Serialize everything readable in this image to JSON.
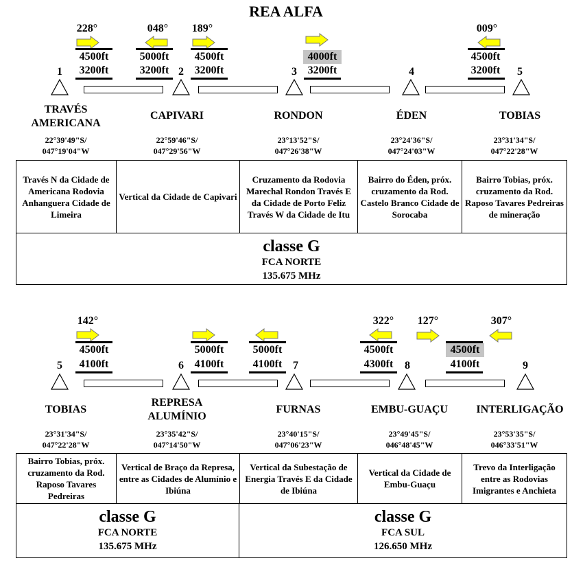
{
  "title": "REA ALFA",
  "colors": {
    "arrow_fill": "#ffff00",
    "highlight": "#c4c4c4"
  },
  "route1": {
    "legs": [
      {
        "heading": "228°",
        "arrow": "right-arrow",
        "upper": "4500ft",
        "lower": "3200ft"
      },
      {
        "heading": "048°",
        "arrow": "left-arrow",
        "upper": "5000ft",
        "lower": "3200ft"
      },
      {
        "heading": "189°",
        "arrow": "right-arrow",
        "upper": "4500ft",
        "lower": "3200ft"
      },
      {
        "heading": "",
        "arrow": "right-arrow",
        "upper": "4000ft",
        "lower": "3200ft",
        "upper_highlight": true
      },
      {
        "heading": "009°",
        "arrow": "left-arrow",
        "upper": "4500ft",
        "lower": "3200ft"
      }
    ],
    "points": [
      {
        "num": "1",
        "name": "TRAVÉS\nAMERICANA",
        "lat": "22°39'49\"S/",
        "lon": "047°19'04\"W",
        "desc": "Través N da Cidade de Americana Rodovia Anhanguera Cidade de Limeira"
      },
      {
        "num": "2",
        "name": "CAPIVARI",
        "lat": "22°59'46\"S/",
        "lon": "047°29'56\"W",
        "desc": "Vertical da Cidade de Capivari"
      },
      {
        "num": "3",
        "name": "RONDON",
        "lat": "23°13'52\"S/",
        "lon": "047°26'38\"W",
        "desc": "Cruzamento da Rodovia Marechal Rondon Través E da Cidade de Porto Feliz Través W da Cidade de Itu"
      },
      {
        "num": "4",
        "name": "ÉDEN",
        "lat": "23°24'36\"S/",
        "lon": "047°24'03\"W",
        "desc": "Bairro do Éden, próx. cruzamento da Rod. Castelo Branco Cidade de Sorocaba"
      },
      {
        "num": "5",
        "name": "TOBIAS",
        "lat": "23°31'34\"S/",
        "lon": "047°22'28\"W",
        "desc": "Bairro Tobias, próx. cruzamento da Rod. Raposo Tavares Pedreiras de mineração"
      }
    ],
    "class_blocks": [
      {
        "cls": "classe G",
        "fca": "FCA NORTE",
        "freq": "135.675 MHz"
      }
    ]
  },
  "route2": {
    "legs": [
      {
        "heading": "142°",
        "arrow": "right-arrow",
        "upper": "4500ft",
        "lower": "4100ft"
      },
      {
        "heading": "",
        "arrow": "right-arrow",
        "upper": "5000ft",
        "lower": "4100ft"
      },
      {
        "heading": "",
        "arrow": "left-arrow",
        "upper": "5000ft",
        "lower": "4100ft"
      },
      {
        "heading": "322°",
        "arrow": "left-arrow",
        "upper": "4500ft",
        "lower": "4300ft"
      },
      {
        "heading": "127°",
        "arrow": "right-arrow",
        "heading2": "307°",
        "arrow2": "left-arrow",
        "upper": "4500ft",
        "lower": "4100ft",
        "upper_highlight": true
      }
    ],
    "points": [
      {
        "num": "5",
        "name": "TOBIAS",
        "lat": "23°31'34\"S/",
        "lon": "047°22'28\"W",
        "desc": "Bairro Tobias, próx. cruzamento da Rod. Raposo Tavares Pedreiras"
      },
      {
        "num": "6",
        "name": "REPRESA\nALUMÍNIO",
        "lat": "23°35'42\"S/",
        "lon": "047°14'50\"W",
        "desc": "Vertical de Braço da Represa, entre as Cidades de Alumínio e Ibiúna"
      },
      {
        "num": "7",
        "name": "FURNAS",
        "lat": "23°40'15\"S/",
        "lon": "047°06'23\"W",
        "desc": "Vertical da Subestação de Energia Través E da Cidade de Ibiúna"
      },
      {
        "num": "8",
        "name": "EMBU-GUAÇU",
        "lat": "23°49'45\"S/",
        "lon": "046°48'45\"W",
        "desc": "Vertical da Cidade de Embu-Guaçu"
      },
      {
        "num": "9",
        "name": "INTERLIGAÇÃO",
        "lat": "23°53'35\"S/",
        "lon": "046°33'51\"W",
        "desc": "Trevo da Interligação entre as Rodovias Imigrantes e Anchieta"
      }
    ],
    "class_blocks": [
      {
        "cls": "classe G",
        "fca": "FCA NORTE",
        "freq": "135.675 MHz"
      },
      {
        "cls": "classe G",
        "fca": "FCA SUL",
        "freq": "126.650 MHz"
      }
    ]
  }
}
